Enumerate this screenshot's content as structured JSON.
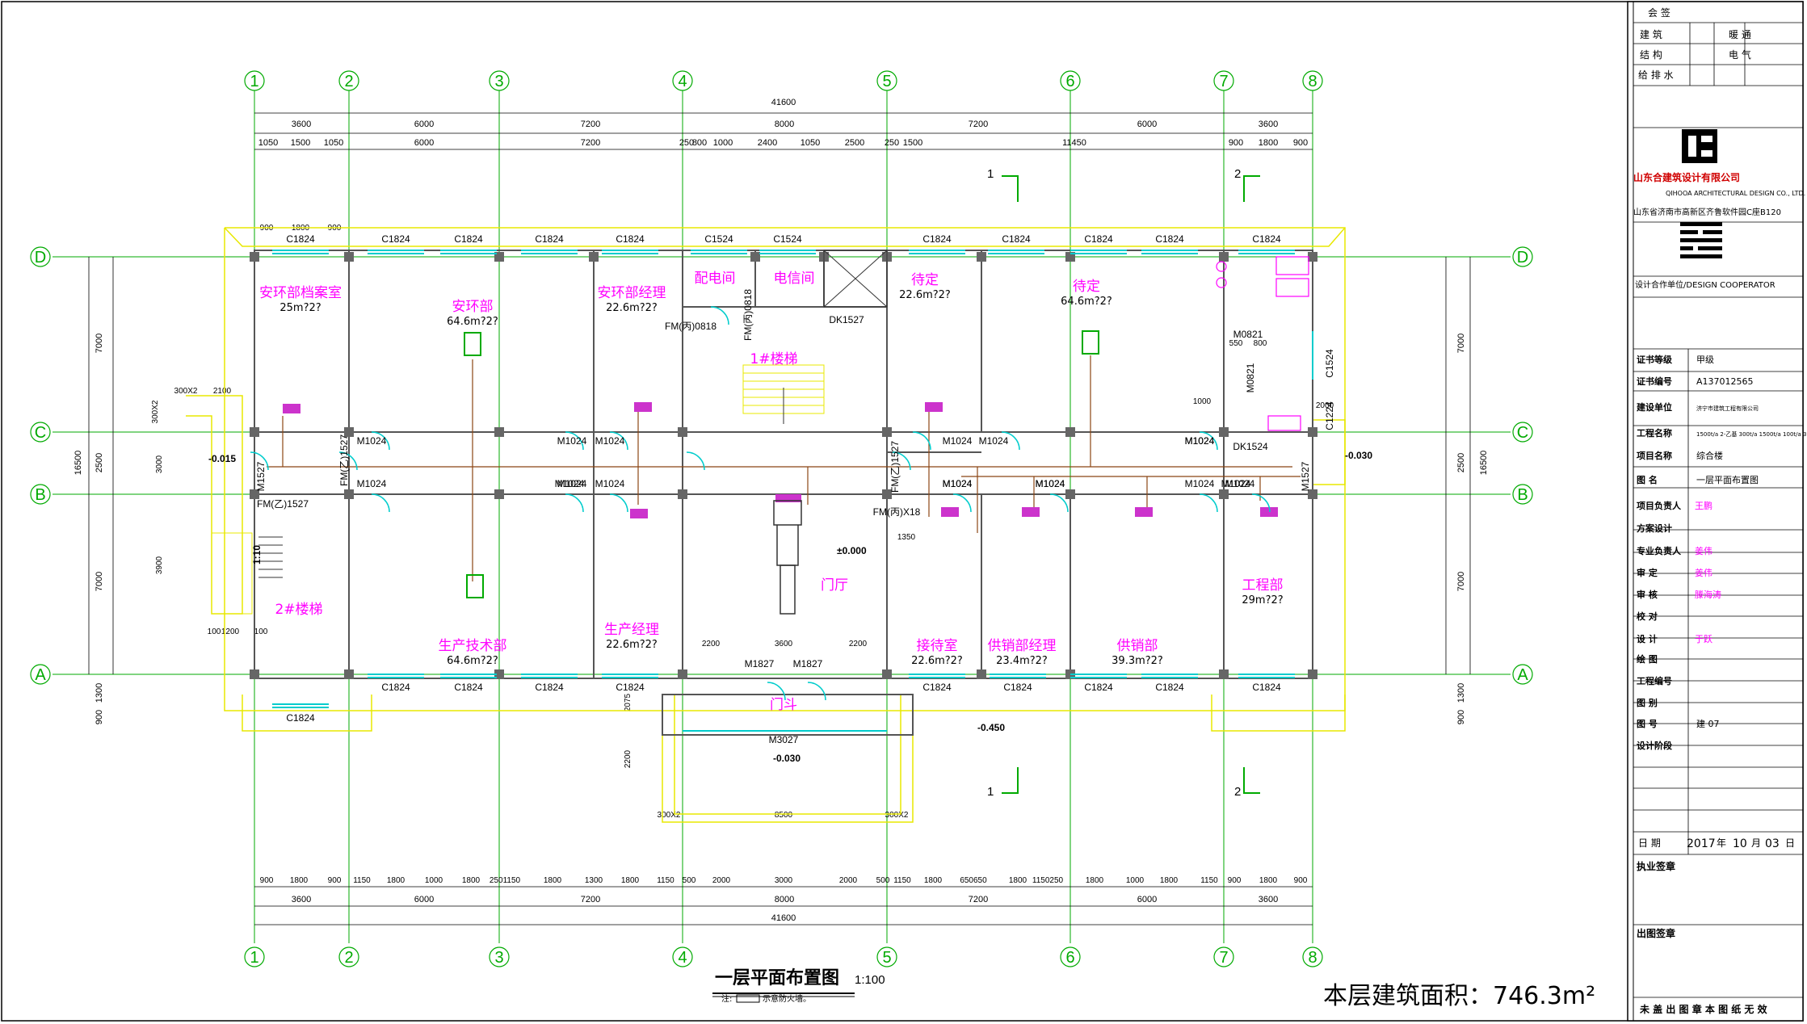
{
  "drawing": {
    "title": "一层平面布置图",
    "scale": "1:100",
    "note_prefix": "注:",
    "note_text": "示意防火墙。",
    "floor_area_label": "本层建筑面积：746.3m²"
  },
  "grid": {
    "columns": [
      "1",
      "2",
      "3",
      "4",
      "5",
      "6",
      "7",
      "8"
    ],
    "rows": [
      "D",
      "C",
      "B",
      "A"
    ],
    "sections": [
      "1",
      "2"
    ]
  },
  "dimensions": {
    "top_total": "41600",
    "top_row1": [
      "3600",
      "6000",
      "7200",
      "8000",
      "7200",
      "6000",
      "3600"
    ],
    "top_row2": [
      "1050",
      "1500",
      "1050",
      "6000",
      "7200",
      "250",
      "800",
      "1000",
      "2400",
      "1050",
      "2500",
      "250",
      "1500",
      "11450",
      "900",
      "1800",
      "900"
    ],
    "bottom_row1": [
      "900",
      "1800",
      "900",
      "1150",
      "1800",
      "1000",
      "1800",
      "2501150",
      "1800",
      "1300",
      "1800",
      "1150",
      "500",
      "2000",
      "3000",
      "2000",
      "500",
      "1150",
      "1800",
      "650650",
      "1800",
      "1150250",
      "1800",
      "1000",
      "1800",
      "1150",
      "900",
      "1800",
      "900"
    ],
    "bottom_row2": [
      "3600",
      "6000",
      "7200",
      "8000",
      "7200",
      "6000",
      "3600"
    ],
    "bottom_total": "41600",
    "left_side": [
      "7000",
      "2500",
      "16500",
      "7000",
      "900",
      "1300"
    ],
    "right_side": [
      "7000",
      "2500",
      "16500",
      "7000",
      "1300",
      "900"
    ],
    "top_small": [
      "900",
      "1800",
      "900"
    ],
    "entrance": [
      "2200",
      "3600",
      "2200",
      "8500",
      "300X2",
      "300X2",
      "2200",
      "2075"
    ],
    "misc": [
      "3000",
      "3900",
      "2100",
      "300X2",
      "300X2",
      "100",
      "1200",
      "100",
      "1350",
      "1000",
      "2000",
      "550",
      "800"
    ]
  },
  "rooms": [
    {
      "name": "安环部档案室",
      "area": "25m?2?"
    },
    {
      "name": "安环部",
      "area": "64.6m?2?"
    },
    {
      "name": "安环部经理",
      "area": "22.6m?2?"
    },
    {
      "name": "配电间",
      "area": ""
    },
    {
      "name": "电信间",
      "area": ""
    },
    {
      "name": "1#楼梯",
      "area": ""
    },
    {
      "name": "待定",
      "area": "22.6m?2?"
    },
    {
      "name": "待定",
      "area": "64.6m?2?"
    },
    {
      "name": "2#楼梯",
      "area": ""
    },
    {
      "name": "生产技术部",
      "area": "64.6m?2?"
    },
    {
      "name": "生产经理",
      "area": "22.6m?2?"
    },
    {
      "name": "门厅",
      "area": ""
    },
    {
      "name": "门斗",
      "area": ""
    },
    {
      "name": "接待室",
      "area": "22.6m?2?"
    },
    {
      "name": "供销部经理",
      "area": "23.4m?2?"
    },
    {
      "name": "供销部",
      "area": "39.3m?2?"
    },
    {
      "name": "工程部",
      "area": "29m?2?"
    }
  ],
  "windows_top": [
    "C1824",
    "C1824",
    "C1824",
    "C1824",
    "C1824",
    "C1524",
    "C1524",
    "C1824",
    "C1824",
    "C1824",
    "C1824",
    "C1824"
  ],
  "windows_bottom": [
    "C1824",
    "C1824",
    "C1824",
    "C1824",
    "C1824",
    "C1824",
    "C1824",
    "C1824",
    "C1824",
    "C1824"
  ],
  "doors": [
    "M1024",
    "M1024",
    "M1024",
    "M1024",
    "M1024",
    "M1024",
    "M1024",
    "M1024",
    "M1024",
    "M1024",
    "M1024",
    "M1024",
    "M1024",
    "M1024",
    "M1024",
    "M1024",
    "FM(丙)0818",
    "FM(丙)0818",
    "DK1527",
    "M1527",
    "FM(乙)1527",
    "FM(乙)1527",
    "M1527",
    "FM(乙)1527",
    "DK1524",
    "FM(丙)X18",
    "M1827",
    "M1827",
    "M3027",
    "M0821",
    "M0821",
    "C1524",
    "C1224",
    "M1024",
    "M1024"
  ],
  "levels": [
    "-0.015",
    "±0.000",
    "-0.030",
    "-0.030",
    "-0.450",
    "1:10"
  ],
  "title_block": {
    "sign_header": "会  签",
    "disciplines": [
      [
        "建  筑",
        "暖  通"
      ],
      [
        "结  构",
        "电  气"
      ],
      [
        "给 排 水",
        ""
      ]
    ],
    "company_cn": "山东合建筑设计有限公司",
    "company_en": "QIHOOA ARCHITECTURAL DESIGN CO., LTD.",
    "address": "山东省济南市高新区齐鲁软件园C座B120",
    "cooperator": "设计合作单位/DESIGN COOPERATOR",
    "fields": [
      [
        "证书等级",
        "甲级"
      ],
      [
        "证书编号",
        "A137012565"
      ],
      [
        "建设单位",
        "济宁市建筑工程有限公司"
      ],
      [
        "工程名称",
        "1500t/a 2-乙基 300t/a 1500t/a 100t/a 300t/a"
      ],
      [
        "项目名称",
        "综合楼"
      ],
      [
        "图   名",
        "一层平面布置图"
      ],
      [
        "项目负责人",
        "王鹏"
      ],
      [
        "方案设计",
        ""
      ],
      [
        "专业负责人",
        "姜伟"
      ],
      [
        "审   定",
        "姜伟"
      ],
      [
        "审   核",
        "滕海涛"
      ],
      [
        "校   对",
        ""
      ],
      [
        "设   计",
        "于跃"
      ],
      [
        "绘   图",
        ""
      ],
      [
        "工程编号",
        ""
      ],
      [
        "图   别",
        ""
      ],
      [
        "图   号",
        "建 07"
      ],
      [
        "设计阶段",
        ""
      ]
    ],
    "date_label": "日   期",
    "date_year": "2017",
    "date_month": "10",
    "date_day": "03",
    "year_unit": "年",
    "month_unit": "月",
    "day_unit": "日",
    "seal_label": "执业签章",
    "stamp_label": "出图签章",
    "footer": "未 盖 出 图 章  本 图 纸 无 效"
  }
}
